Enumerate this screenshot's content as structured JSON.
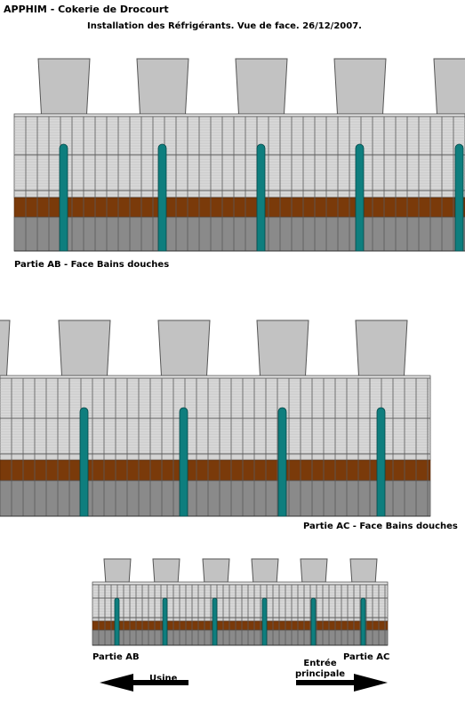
{
  "header": {
    "title": "APPHIM - Cokerie de Drocourt",
    "subtitle": "Installation des Réfrigérants. Vue de face. 26/12/2007."
  },
  "labels": {
    "part_ab_face": "Partie AB - Face Bains douches",
    "part_ac_face": "Partie AC - Face Bains douches",
    "small_ab": "Partie AB",
    "small_ac": "Partie AC",
    "usine": "Usine",
    "entree_line1": "Entrée",
    "entree_line2": "principale"
  },
  "colors": {
    "fan_housing": "#c2c2c2",
    "wall_upper": "#d9d9d9",
    "wall_lower": "#8a8a8a",
    "brown_band": "#7a3a0a",
    "teal_pipe": "#0e7e7e",
    "outline": "#555555"
  }
}
